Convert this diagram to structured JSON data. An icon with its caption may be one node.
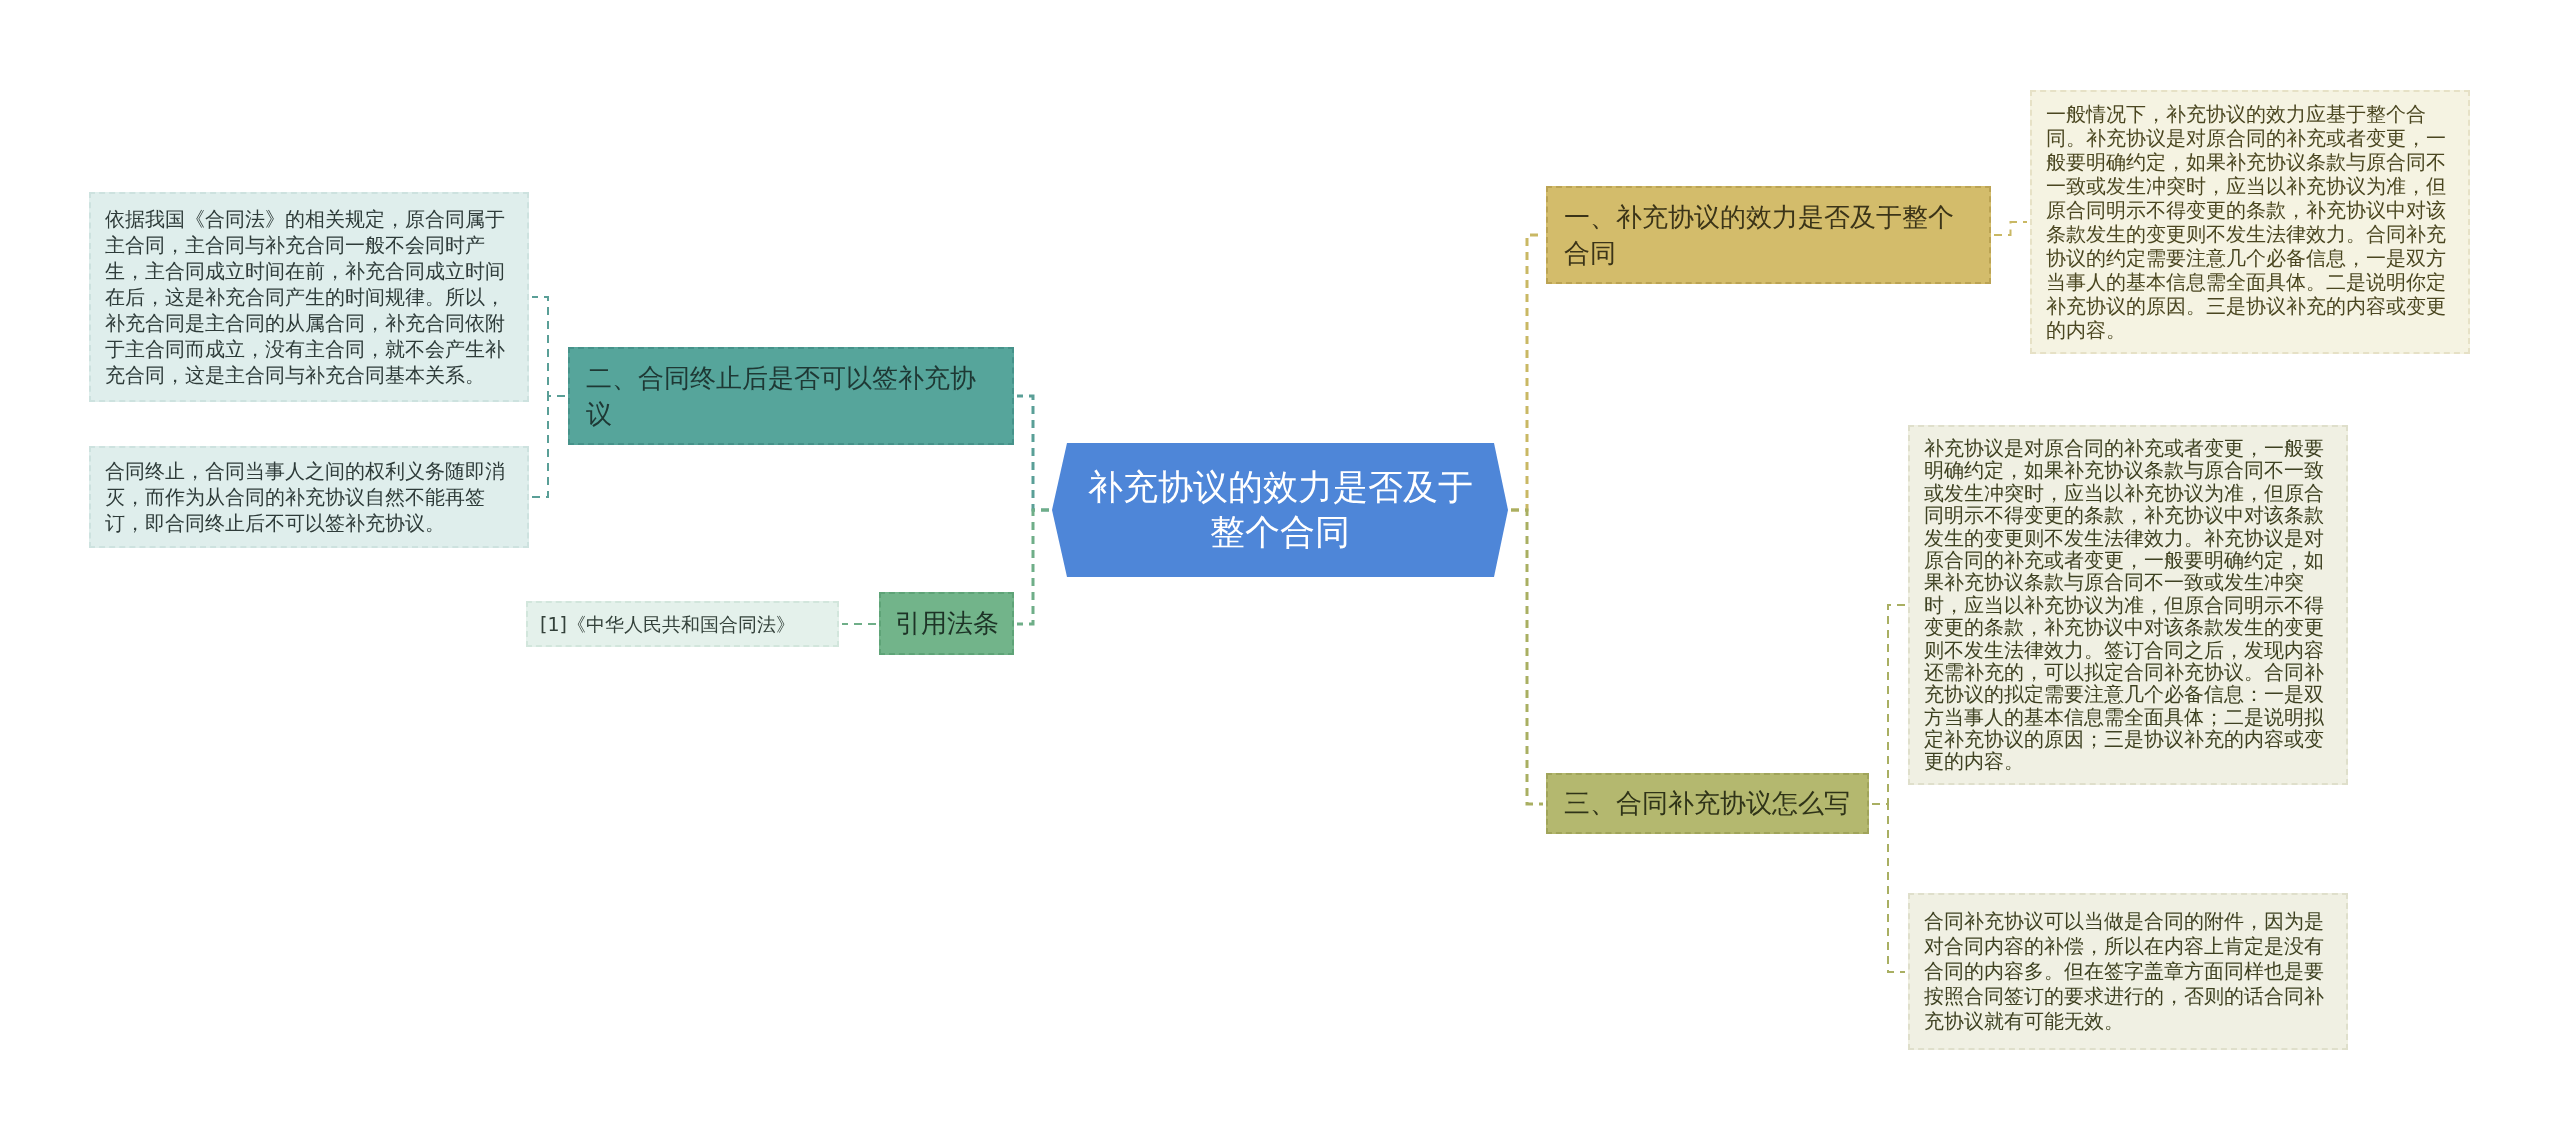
{
  "diagram": {
    "nodes": [
      {
        "text": [
          "补充协议的效力是否及于整个合同"
        ]
      },
      {
        "text": [
          "一、补充协议的效力是否及于整个合同"
        ]
      },
      {
        "text": [
          "一般情况下，补充协议的效力应基于整个合同。补充协议是对原合同的补充或者变更，一般要明确约定，如果补充协议条款与原合同不一致或发生冲突时，应当以补充协议为准，但原合同明示不得变更的条款，补充协议中对该条款发生的变更则不发生法律效力。合同补充协议的约定需要注意几个必备信息，一是双方当事人的基本信息需全面具体。二是说明你定补充协议的原因。三是协议补充的内容或变更的内容。"
        ]
      },
      {
        "text": [
          "三、合同补充协议怎么写"
        ]
      },
      {
        "text": [
          "补充协议是对原合同的补充或者变更，一般要明确约定，如果补充协议条款与原合同不一致或发生冲突时，应当以补充协议为准，但原合同明示不得变更的条款，补充协议中对该条款发生的变更则不发生法律效力。补充协议是对原合同的补充或者变更，一般要明确约定，如果补充协议条款与原合同不一致或发生冲突时，应当以补充协议为准，但原合同明示不得变更的条款，补充协议中对该条款发生的变更则不发生法律效力。签订合同之后，发现内容还需补充的，可以拟定合同补充协议。合同补充协议的拟定需要注意几个必备信息：一是双方当事人的基本信息需全面具体；二是说明拟定补充协议的原因；三是协议补充的内容或变更的内容。"
        ]
      },
      {
        "text": [
          "合同补充协议可以当做是合同的附件，因为是对合同内容的补偿，所以在内容上肯定是没有合同的内容多。但在签字盖章方面同样也是要按照合同签订的要求进行的，否则的话合同补充协议就有可能无效。"
        ]
      },
      {
        "text": [
          "二、合同终止后是否可以签补充协议"
        ]
      },
      {
        "text": [
          "依据我国《合同法》的相关规定，原合同属于主合同，主合同与补充合同一般不会同时产生，主合同成立时间在前，补充合同成立时间在后，这是补充合同产生的时间规律。所以，补充合同是主合同的从属合同，补充合同依附于主合同而成立，没有主合同，就不会产生补充合同，这是主合同与补充合同基本关系。"
        ]
      },
      {
        "text": [
          "合同终止，合同当事人之间的权利义务随即消灭，而作为从合同的补充协议自然不能再签订，即合同终止后不可以签补充协议。"
        ]
      },
      {
        "text": [
          "引用法条"
        ]
      },
      {
        "text": [
          "[1]《中华人民共和国合同法》"
        ]
      }
    ],
    "edges": [
      {
        "from": 0,
        "to": 1,
        "arrow": "none",
        "style": "dashed",
        "color": "#c9b864"
      },
      {
        "from": 1,
        "to": 2,
        "arrow": "none",
        "style": "dashed",
        "color": "#c9b864"
      },
      {
        "from": 0,
        "to": 3,
        "arrow": "none",
        "style": "dashed",
        "color": "#a9af62"
      },
      {
        "from": 3,
        "to": 4,
        "arrow": "none",
        "style": "dashed",
        "color": "#a9af62"
      },
      {
        "from": 3,
        "to": 5,
        "arrow": "none",
        "style": "dashed",
        "color": "#a9af62"
      },
      {
        "from": 0,
        "to": 6,
        "arrow": "none",
        "style": "dashed",
        "color": "#5a9f97"
      },
      {
        "from": 6,
        "to": 7,
        "arrow": "none",
        "style": "dashed",
        "color": "#5a9f97"
      },
      {
        "from": 6,
        "to": 8,
        "arrow": "none",
        "style": "dashed",
        "color": "#5a9f97"
      },
      {
        "from": 0,
        "to": 9,
        "arrow": "none",
        "style": "dashed",
        "color": "#6fae88"
      },
      {
        "from": 9,
        "to": 10,
        "arrow": "none",
        "style": "dashed",
        "color": "#6fae88"
      }
    ]
  }
}
